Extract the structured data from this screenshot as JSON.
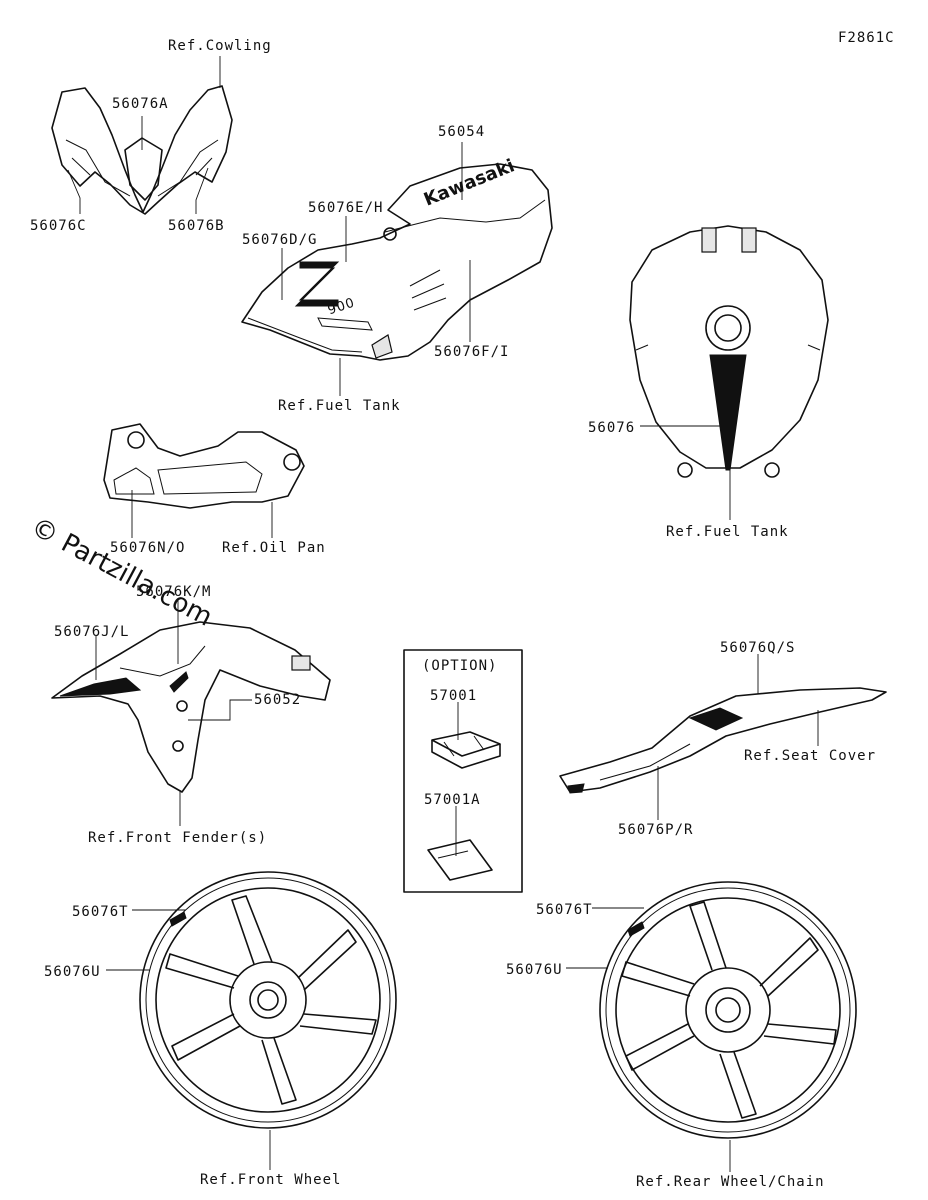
{
  "figure_code": "F2861C",
  "watermark": "© Partzilla.com",
  "option_box": {
    "title": "(OPTION)"
  },
  "labels": {
    "ref_cowling": "Ref.Cowling",
    "p56076A": "56076A",
    "p56076C": "56076C",
    "p56076B": "56076B",
    "p56054": "56054",
    "p56076EH": "56076E/H",
    "p56076DG": "56076D/G",
    "p56076FI": "56076F/I",
    "ref_fuel_tank_1": "Ref.Fuel Tank",
    "p56076": "56076",
    "ref_fuel_tank_2": "Ref.Fuel Tank",
    "p56076NO": "56076N/O",
    "ref_oil_pan": "Ref.Oil Pan",
    "p56076KM": "56076K/M",
    "p56076JL": "56076J/L",
    "p56052": "56052",
    "ref_front_fender": "Ref.Front Fender(s)",
    "p57001": "57001",
    "p57001A": "57001A",
    "p56076QS": "56076Q/S",
    "ref_seat_cover": "Ref.Seat Cover",
    "p56076PR": "56076P/R",
    "p56076T_front": "56076T",
    "p56076U_front": "56076U",
    "ref_front_wheel": "Ref.Front Wheel",
    "p56076T_rear": "56076T",
    "p56076U_rear": "56076U",
    "ref_rear_wheel": "Ref.Rear Wheel/Chain"
  },
  "decals": {
    "brand": "Kawasaki",
    "model_letter": "Z",
    "model_number": "900"
  }
}
